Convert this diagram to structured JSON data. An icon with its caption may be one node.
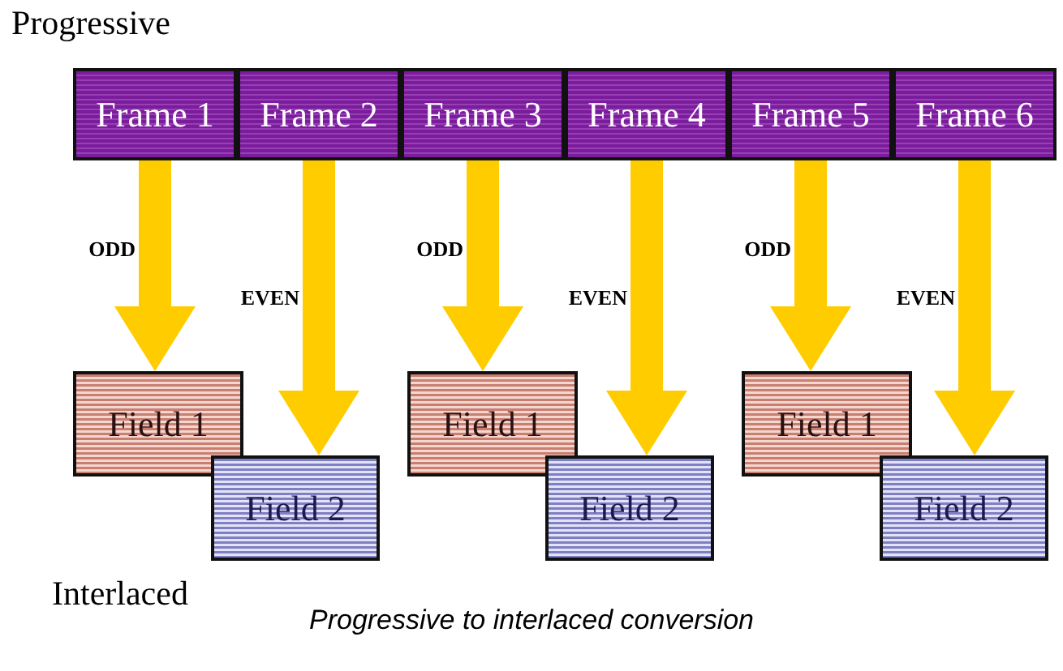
{
  "diagram": {
    "caption": "Progressive to interlaced conversion",
    "nodes": [
      {
        "text": [
          "Frame 1"
        ]
      },
      {
        "text": [
          "Frame 2"
        ]
      },
      {
        "text": [
          "Frame 3"
        ]
      },
      {
        "text": [
          "Frame 4"
        ]
      },
      {
        "text": [
          "Frame 5"
        ]
      },
      {
        "text": [
          "Frame 6"
        ]
      },
      {
        "text": [
          "Field 1"
        ]
      },
      {
        "text": [
          "Field 2"
        ]
      },
      {
        "text": [
          "Field 1"
        ]
      },
      {
        "text": [
          "Field 2"
        ]
      },
      {
        "text": [
          "Field 1"
        ]
      },
      {
        "text": [
          "Field 2"
        ]
      }
    ],
    "edges": [
      {
        "from": 0,
        "to": 6,
        "label": "ODD",
        "arrow": "to"
      },
      {
        "from": 1,
        "to": 7,
        "label": "EVEN",
        "arrow": "to"
      },
      {
        "from": 2,
        "to": 8,
        "label": "ODD",
        "arrow": "to"
      },
      {
        "from": 3,
        "to": 9,
        "label": "EVEN",
        "arrow": "to"
      },
      {
        "from": 4,
        "to": 10,
        "label": "ODD",
        "arrow": "to"
      },
      {
        "from": 5,
        "to": 11,
        "label": "EVEN",
        "arrow": "to"
      }
    ],
    "labels": [
      "Progressive",
      "Interlaced"
    ]
  }
}
